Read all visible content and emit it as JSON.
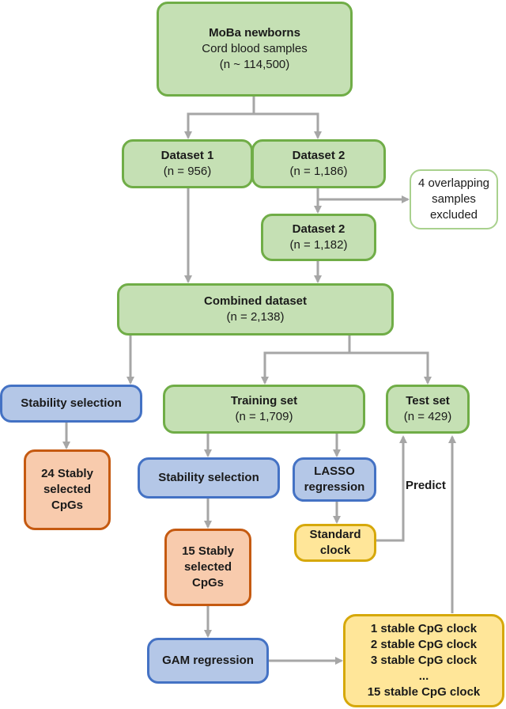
{
  "moba": {
    "title": "MoBa newborns",
    "line2": "Cord blood samples",
    "line3": "(n ~ 114,500)"
  },
  "dataset1": {
    "title": "Dataset 1",
    "n": "(n = 956)"
  },
  "dataset2a": {
    "title": "Dataset 2",
    "n": "(n = 1,186)"
  },
  "excluded": {
    "line1": "4 overlapping",
    "line2": "samples",
    "line3": "excluded"
  },
  "dataset2b": {
    "title": "Dataset 2",
    "n": "(n = 1,182)"
  },
  "combined": {
    "title": "Combined dataset",
    "n": "(n = 2,138)"
  },
  "stability_left": {
    "label": "Stability selection"
  },
  "cpgs24": {
    "line1": "24 Stably",
    "line2": "selected",
    "line3": "CpGs"
  },
  "training": {
    "title": "Training set",
    "n": "(n = 1,709)"
  },
  "test": {
    "title": "Test set",
    "n": "(n = 429)"
  },
  "stability_mid": {
    "label": "Stability selection"
  },
  "lasso": {
    "line1": "LASSO",
    "line2": "regression"
  },
  "cpgs15": {
    "line1": "15 Stably",
    "line2": "selected",
    "line3": "CpGs"
  },
  "standard": {
    "line1": "Standard",
    "line2": "clock"
  },
  "predict_label": "Predict",
  "gam": {
    "label": "GAM regression"
  },
  "clocks": {
    "items": [
      "1 stable CpG clock",
      "2 stable CpG clock",
      "3 stable CpG clock",
      "...",
      "15 stable CpG clock"
    ]
  },
  "colors": {
    "green_fill": "#c5e0b4",
    "green_border": "#70ad47",
    "blue_fill": "#b4c7e7",
    "blue_border": "#4472c4",
    "orange_fill": "#f8cbad",
    "orange_border": "#c55a11",
    "yellow_fill": "#ffe699",
    "yellow_border": "#d6a80a",
    "arrow": "#a6a6a6"
  }
}
